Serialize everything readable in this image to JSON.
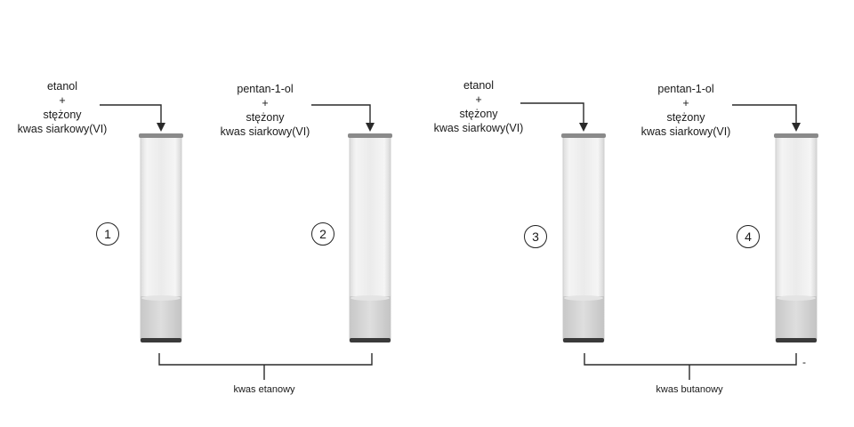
{
  "tubes": [
    {
      "number": "1",
      "reagent_lines": [
        "etanol",
        "+",
        "stężony",
        "kwas siarkowy(VI)"
      ]
    },
    {
      "number": "2",
      "reagent_lines": [
        "pentan-1-ol",
        "+",
        "stężony",
        "kwas siarkowy(VI)"
      ]
    },
    {
      "number": "3",
      "reagent_lines": [
        "etanol",
        "+",
        "stężony",
        "kwas siarkowy(VI)"
      ]
    },
    {
      "number": "4",
      "reagent_lines": [
        "pentan-1-ol",
        "+",
        "stężony",
        "kwas siarkowy(VI)"
      ]
    }
  ],
  "groups": [
    {
      "acid": "kwas etanowy"
    },
    {
      "acid": "kwas butanowy"
    }
  ],
  "stray_mark": "-",
  "colors": {
    "line": "#2a2a2a",
    "glass": "#e9e9e9",
    "liquid": "#d0d0d0",
    "rim": "#555555"
  }
}
